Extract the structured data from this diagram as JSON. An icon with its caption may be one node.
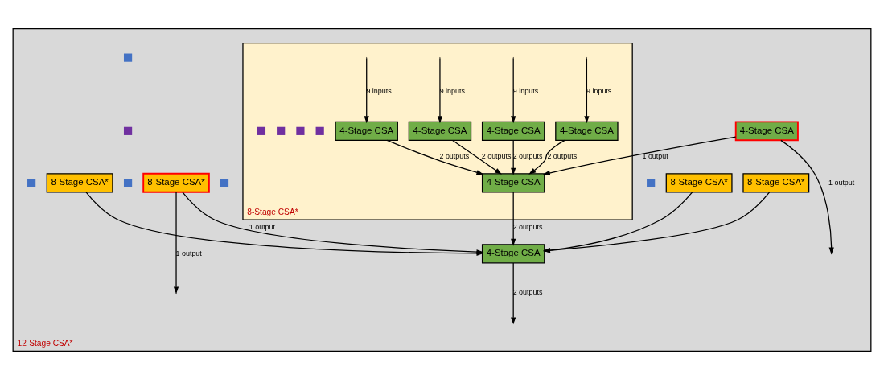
{
  "diagram": {
    "nodes": [
      {
        "text": [
          "12-Stage CSA*"
        ]
      },
      {
        "text": [
          "8-Stage CSA*"
        ],
        "in": 0
      },
      {
        "text": [
          "4-Stage CSA"
        ],
        "in": 1
      },
      {
        "text": [
          "4-Stage CSA"
        ],
        "in": 1
      },
      {
        "text": [
          "4-Stage CSA"
        ],
        "in": 1
      },
      {
        "text": [
          "4-Stage CSA"
        ],
        "in": 1
      },
      {
        "text": [
          "4-Stage CSA"
        ],
        "in": 0
      },
      {
        "text": [
          "4-Stage CSA"
        ],
        "in": 1
      },
      {
        "text": [
          "8-Stage CSA*"
        ],
        "in": 0
      },
      {
        "text": [
          "8-Stage CSA*"
        ],
        "in": 0
      },
      {
        "text": [
          "8-Stage CSA*"
        ],
        "in": 0
      },
      {
        "text": [
          "8-Stage CSA*"
        ],
        "in": 0
      },
      {
        "text": [
          "4-Stage CSA"
        ],
        "in": 0
      },
      {
        "text": [],
        "shape": "box",
        "in": 1
      },
      {
        "text": [],
        "shape": "box",
        "in": 1
      },
      {
        "text": [],
        "shape": "box",
        "in": 1
      },
      {
        "text": [],
        "shape": "box",
        "in": 1
      },
      {
        "text": [],
        "shape": "box",
        "in": 0
      },
      {
        "text": [],
        "shape": "box",
        "in": 0
      },
      {
        "text": [],
        "shape": "box",
        "in": 0
      },
      {
        "text": [],
        "shape": "box",
        "in": 0
      },
      {
        "text": [],
        "shape": "box",
        "in": 0
      },
      {
        "text": [],
        "shape": "box",
        "in": 0
      }
    ],
    "edges": [
      {
        "from": null,
        "to": 2,
        "arrow": "to",
        "label": "9 inputs"
      },
      {
        "from": null,
        "to": 3,
        "arrow": "to",
        "label": "9 inputs"
      },
      {
        "from": null,
        "to": 4,
        "arrow": "to",
        "label": "9 inputs"
      },
      {
        "from": null,
        "to": 5,
        "arrow": "to",
        "label": "9 inputs"
      },
      {
        "from": 2,
        "to": 7,
        "arrow": "to",
        "label": "2 outputs"
      },
      {
        "from": 3,
        "to": 7,
        "arrow": "to",
        "label": "2 outputs"
      },
      {
        "from": 4,
        "to": 7,
        "arrow": "to",
        "label": "2 outputs"
      },
      {
        "from": 5,
        "to": 7,
        "arrow": "to",
        "label": "2 outputs"
      },
      {
        "from": 6,
        "to": 7,
        "arrow": "to",
        "label": "1 output"
      },
      {
        "from": 6,
        "to": null,
        "arrow": "to",
        "label": "1 output"
      },
      {
        "from": 7,
        "to": 12,
        "arrow": "to",
        "label": "2 outputs"
      },
      {
        "from": 8,
        "to": 12,
        "arrow": "to"
      },
      {
        "from": 9,
        "to": 12,
        "arrow": "to"
      },
      {
        "from": 10,
        "to": 12,
        "arrow": "to"
      },
      {
        "from": 11,
        "to": 12,
        "arrow": "to",
        "label": "1 output"
      },
      {
        "from": 11,
        "to": null,
        "arrow": "to",
        "label": "1 output"
      },
      {
        "from": 12,
        "to": null,
        "arrow": "to",
        "label": "2 outputs"
      }
    ]
  }
}
